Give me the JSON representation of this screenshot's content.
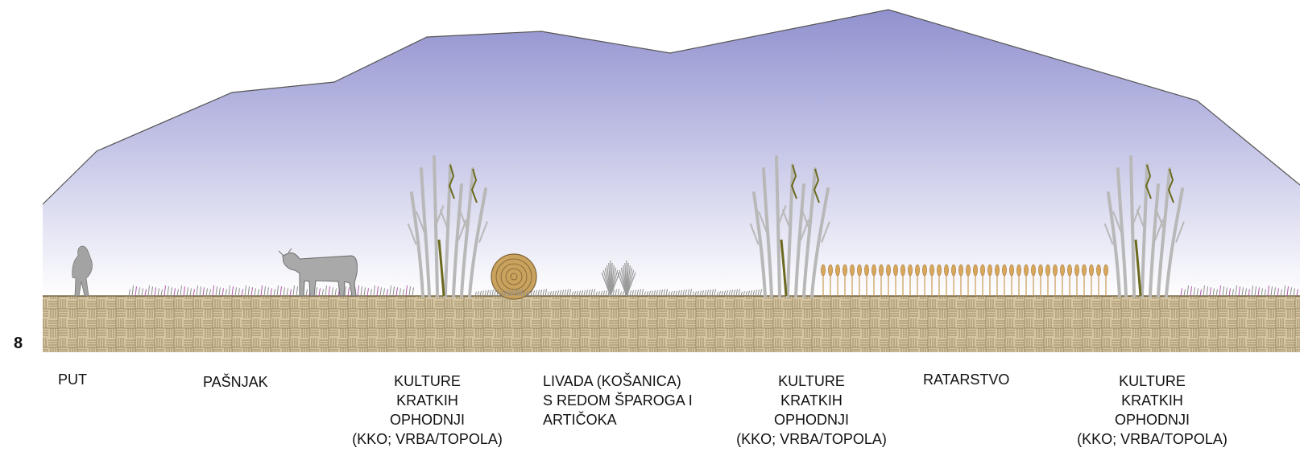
{
  "panel_number": "8",
  "zones": [
    {
      "id": "put",
      "lines": [
        "PUT"
      ]
    },
    {
      "id": "pasnjak",
      "lines": [
        "PAŠNJAK"
      ]
    },
    {
      "id": "kko1",
      "lines": [
        "KULTURE",
        "KRATKIH",
        "OPHODNJI",
        "(KKO; VRBA/TOPOLA)"
      ]
    },
    {
      "id": "livada",
      "lines": [
        "LIVADA (KOŠANICA)",
        "S REDOM ŠPAROGA I",
        "ARTIČOKA"
      ]
    },
    {
      "id": "kko2",
      "lines": [
        "KULTURE",
        "KRATKIH",
        "OPHODNJI",
        "(KKO; VRBA/TOPOLA)"
      ]
    },
    {
      "id": "ratarstvo",
      "lines": [
        "RATARSTVO"
      ]
    },
    {
      "id": "kko3",
      "lines": [
        "KULTURE",
        "KRATKIH",
        "OPHODNJI",
        "(KKO; VRBA/TOPOLA)"
      ]
    }
  ],
  "colors": {
    "sky_top": "#9a9ad2",
    "sky_bottom": "#ffffff",
    "soil": "#d4c29c",
    "soil_line": "#8c7a55",
    "stem_grey": "#b8b8b8",
    "stem_green": "#6b6a1e",
    "grass_purple": "#b15aa8",
    "hay": "#c7a15a",
    "grain": "#d8a75c",
    "animal_grey": "#9d9d9d"
  }
}
